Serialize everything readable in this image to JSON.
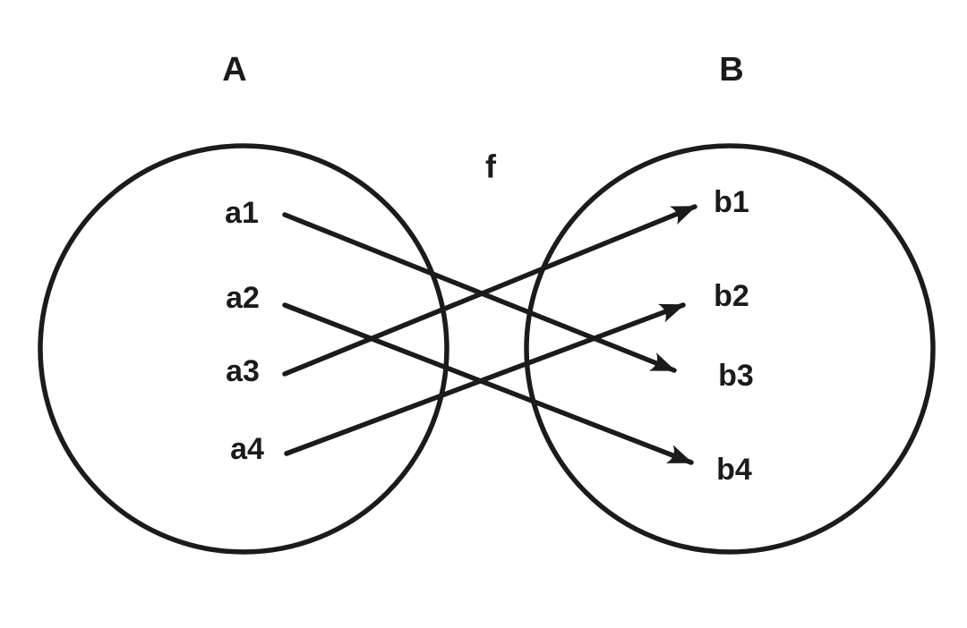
{
  "diagram": {
    "type": "function-mapping",
    "function_label": "f",
    "domain_set": {
      "label": "A",
      "elements": [
        "a1",
        "a2",
        "a3",
        "a4"
      ]
    },
    "codomain_set": {
      "label": "B",
      "elements": [
        "b1",
        "b2",
        "b3",
        "b4"
      ]
    },
    "mappings": [
      {
        "from": "a1",
        "to": "b3"
      },
      {
        "from": "a2",
        "to": "b4"
      },
      {
        "from": "a3",
        "to": "b1"
      },
      {
        "from": "a4",
        "to": "b2"
      }
    ],
    "colors": {
      "stroke": "#1c1a1b",
      "background": "#ffffff"
    }
  }
}
